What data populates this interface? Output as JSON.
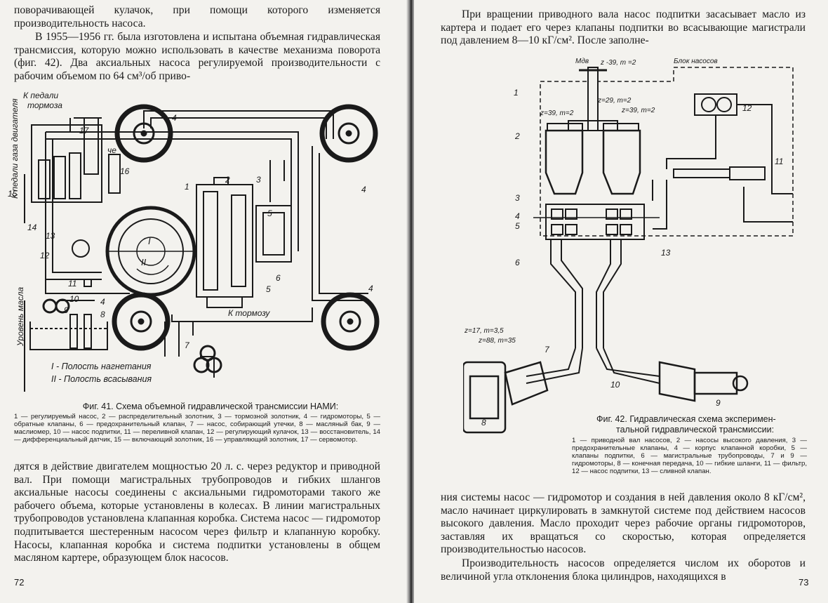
{
  "left_page": {
    "page_number": "72",
    "para_top": "поворачивающей кулачок, при помощи которого изменяется производительность насоса.",
    "para_intro": "В 1955—1956 гг. была изготовлена и испытана объемная гидравлическая трансмиссия, которую можно использовать в качестве механизма поворота (фиг. 42). Два аксиальных насоса регулируемой производительности с рабочим объемом по 64 см³/об приво-",
    "para_bottom": "дятся в действие двигателем мощностью 20 л. с. через редуктор и приводной вал. При помощи магистральных трубопроводов и гибких шлангов аксиальные насосы соединены с аксиальными гидромоторами такого же рабочего объема, которые установлены в колесах. В линии магистральных трубопроводов установлена клапанная коробка. Система насос — гидромотор подпитывается шестеренным насосом через фильтр и клапанную коробку. Насосы, клапанная коробка и система подпитки установлены в общем масляном картере, образующем блок насосов.",
    "figure": {
      "caption_title": "Фиг. 41. Схема объемной гидравлической трансмиссии НАМИ:",
      "caption_legend": "1 — регулируемый насос, 2 — распределительный золотник, 3 — тормозной золотник, 4 — гидромоторы, 5 — обратные клапаны, 6 — предохранительный клапан, 7 — насос, собирающий утечки, 8 — масляный бак, 9 — маслиомер, 10 — насос подпитки, 11 — переливной клапан, 12 — регулирующий кулачок, 13 — восстановитель, 14 — дифференциальный датчик, 15 — включающий золотник, 16 — управляющий золотник, 17 — сервомотор.",
      "labels": {
        "pedal_brake_line1": "К педали",
        "pedal_brake_line2": "тормоза",
        "pedal_gas": "К педали газа двигателя",
        "to_brake": "К тормозу",
        "oil_level": "Уровень масла",
        "cavity_1": "I - Полость нагнетания",
        "cavity_2": "II - Полость всасывания",
        "roman_1": "I",
        "roman_2": "II",
        "mark_che": "чe",
        "n1": "1",
        "n2": "2",
        "n3": "3",
        "n4a": "4",
        "n4b": "4",
        "n4c": "4",
        "n4d": "4",
        "n5": "5",
        "n6": "6",
        "n7": "7",
        "n8": "8",
        "n9": "9",
        "n10": "10",
        "n11": "11",
        "n12": "12",
        "n13": "13",
        "n14": "14",
        "n15": "15",
        "n16": "16",
        "n17": "17"
      }
    }
  },
  "right_page": {
    "page_number": "73",
    "para_top": "При вращении приводного вала насос подпитки засасывает масло из картера и подает его через клапаны подпитки во всасывающие магистрали под давлением 8—10 кГ/см². После заполне-",
    "para_mid": "ния системы насос — гидромотор и создания в ней давления около 8 кГ/см², масло начинает циркулировать в замкнутой системе под действием насосов высокого давления. Масло проходит через рабочие органы гидромоторов, заставляя их вращаться со скоростью, которая определяется производительностью насосов.",
    "para_bottom": "Производительность насосов определяется числом их оборотов и величиной угла отклонения блока цилиндров, находящихся в",
    "figure": {
      "caption_title_line1": "Фиг. 42. Гидравлическая схема эксперимен-",
      "caption_title_line2": "тальной гидравлической трансмиссии:",
      "caption_legend": "1 — приводной вал насосов, 2 — насосы высокого давления, 3 — предохранительные клапаны, 4 — корпус клапанной коробки, 5 — клапаны подпитки, 6 — магистральные трубопроводы, 7 и 9 — гидромоторы, 8 — конечная передача, 10 — гибкие шланги, 11 — фильтр, 12 — насос подпитки, 13 — сливной клапан.",
      "labels": {
        "mdv": "Mдв",
        "gear_top": "z -39, m =2",
        "block": "Блок насосов",
        "gear_29": "z=29, m=2",
        "gear_39a": "z=39, m=2",
        "gear_39b": "z=39, m=2",
        "gear_17": "z=17, m=3,5",
        "gear_88": "z=88, m=35",
        "n1": "1",
        "n2": "2",
        "n3": "3",
        "n4": "4",
        "n5": "5",
        "n6": "6",
        "n7": "7",
        "n8": "8",
        "n9": "9",
        "n10": "10",
        "n11": "11",
        "n12": "12",
        "n13": "13"
      }
    }
  }
}
